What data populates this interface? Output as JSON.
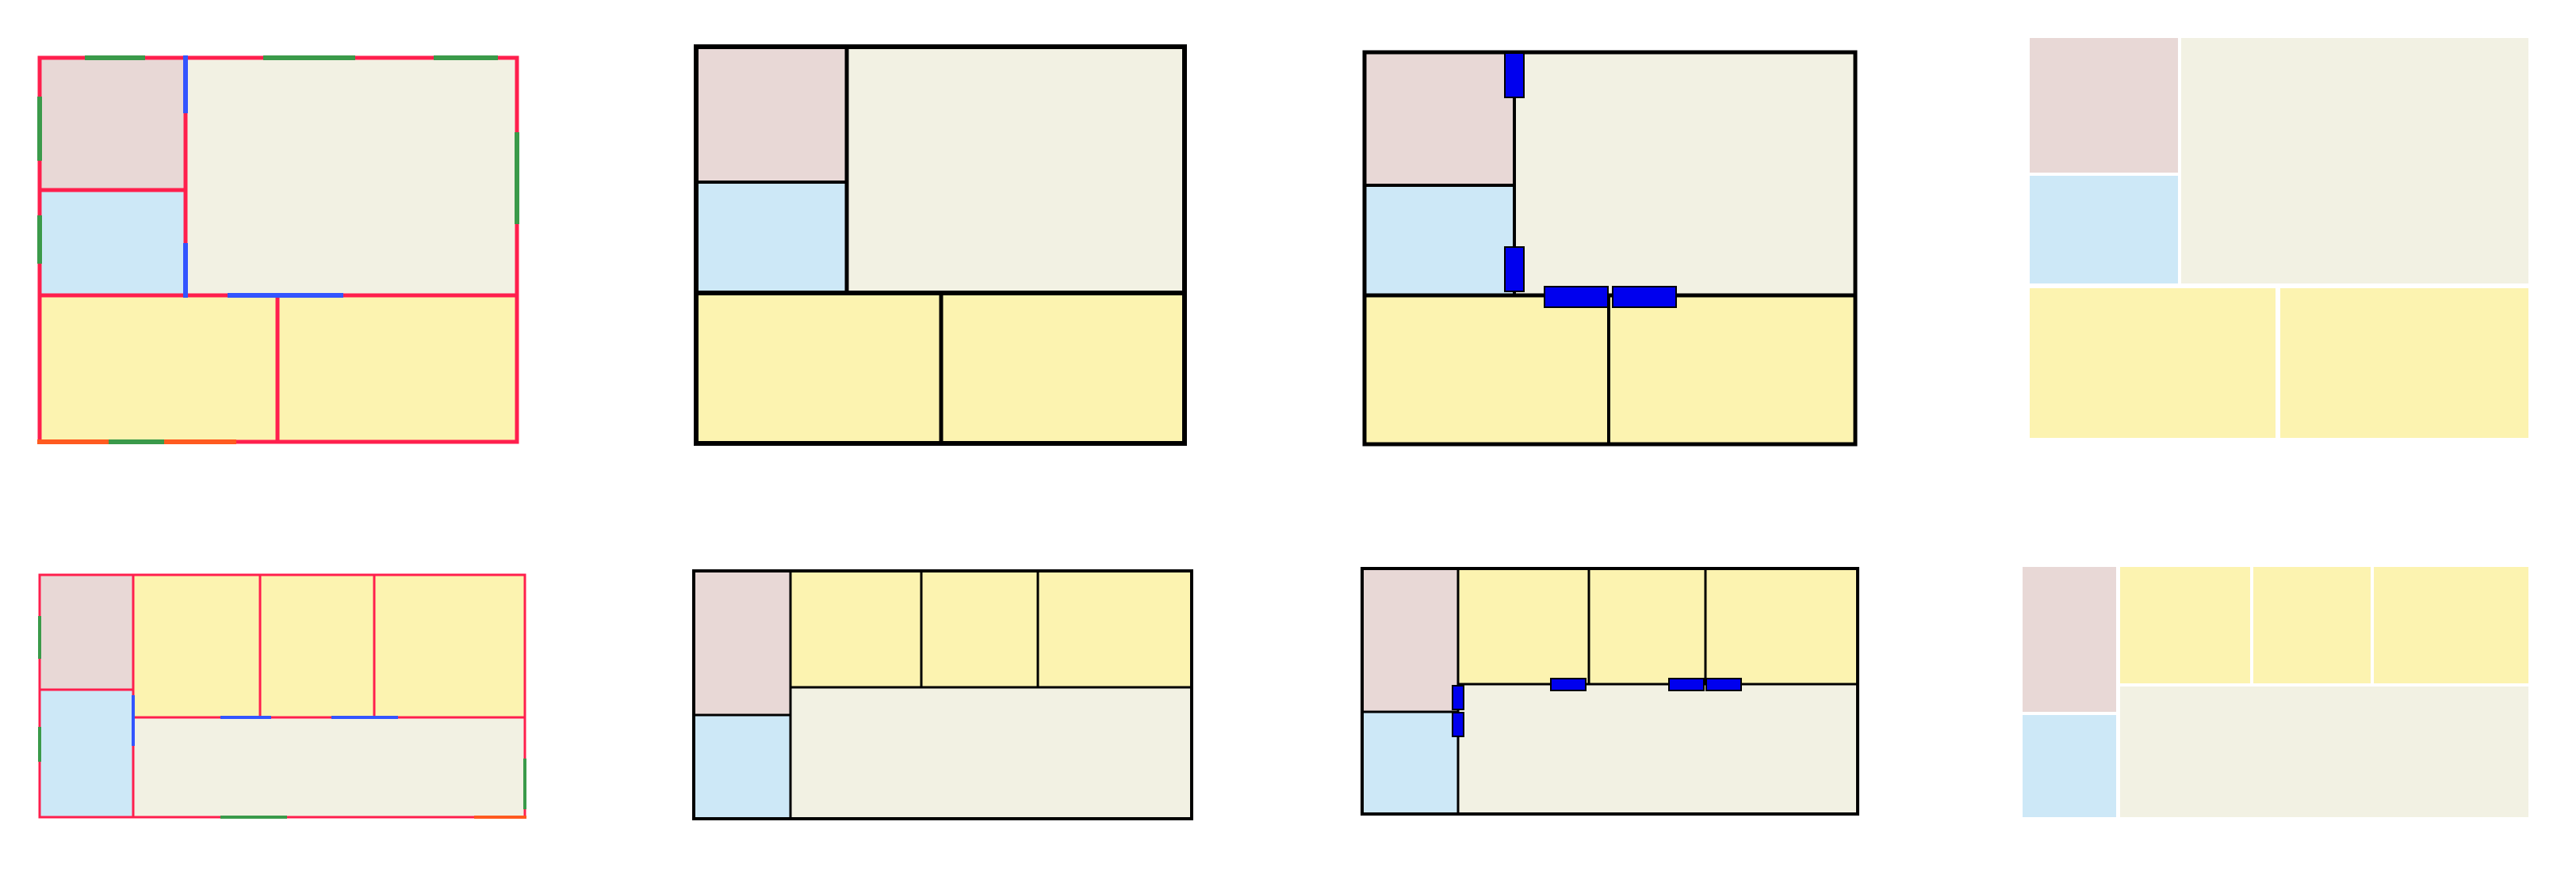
{
  "colors": {
    "pink": "#e8d8d6",
    "blue": "#cde8f7",
    "beige": "#f2f1e3",
    "yellow": "#fcf3b0",
    "black": "#000000",
    "red": "#ff1f4d",
    "white": "#ffffff",
    "door_blue": "#0000ee",
    "seg_green": "#3a9a4a",
    "seg_blue": "#3355ff",
    "seg_orange": "#ff5a1f"
  },
  "layouts": [
    {
      "id": "layout-a",
      "rooms": [
        "pink",
        "blue",
        "beige",
        "yellow",
        "yellow"
      ],
      "variants": [
        "colored-edge",
        "black-edge",
        "black-edge-doors",
        "white-gaps"
      ]
    },
    {
      "id": "layout-b",
      "rooms": [
        "pink",
        "blue",
        "yellow",
        "yellow",
        "yellow",
        "beige"
      ],
      "variants": [
        "colored-edge",
        "black-edge",
        "black-edge-doors",
        "white-gaps"
      ]
    }
  ]
}
